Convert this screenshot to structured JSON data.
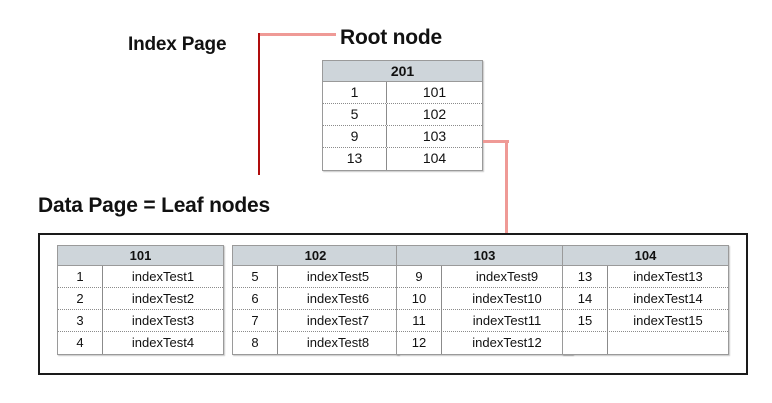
{
  "labels": {
    "index_page": "Index Page",
    "root_node": "Root node",
    "data_page": "Data Page = Leaf nodes"
  },
  "colors": {
    "header_fill": "#ced5da",
    "connector": "#ef9a96",
    "bracket": "#b00d0d",
    "arrowhead": "#e8605a",
    "container_border": "#1a1a1a",
    "table_border": "#9a9a9a",
    "text": "#111111"
  },
  "root_node": {
    "page_id": "201",
    "rows": [
      {
        "key": "1",
        "value": "101"
      },
      {
        "key": "5",
        "value": "102"
      },
      {
        "key": "9",
        "value": "103"
      },
      {
        "key": "13",
        "value": "104"
      }
    ]
  },
  "leaf_nodes": [
    {
      "page_id": "101",
      "rows": [
        {
          "key": "1",
          "value": "indexTest1"
        },
        {
          "key": "2",
          "value": "indexTest2"
        },
        {
          "key": "3",
          "value": "indexTest3"
        },
        {
          "key": "4",
          "value": "indexTest4"
        }
      ]
    },
    {
      "page_id": "102",
      "rows": [
        {
          "key": "5",
          "value": "indexTest5"
        },
        {
          "key": "6",
          "value": "indexTest6"
        },
        {
          "key": "7",
          "value": "indexTest7"
        },
        {
          "key": "8",
          "value": "indexTest8"
        }
      ]
    },
    {
      "page_id": "103",
      "rows": [
        {
          "key": "9",
          "value": "indexTest9"
        },
        {
          "key": "10",
          "value": "indexTest10"
        },
        {
          "key": "11",
          "value": "indexTest11"
        },
        {
          "key": "12",
          "value": "indexTest12"
        }
      ]
    },
    {
      "page_id": "104",
      "rows": [
        {
          "key": "13",
          "value": "indexTest13"
        },
        {
          "key": "14",
          "value": "indexTest14"
        },
        {
          "key": "15",
          "value": "indexTest15"
        },
        {
          "key": "",
          "value": ""
        }
      ]
    }
  ]
}
